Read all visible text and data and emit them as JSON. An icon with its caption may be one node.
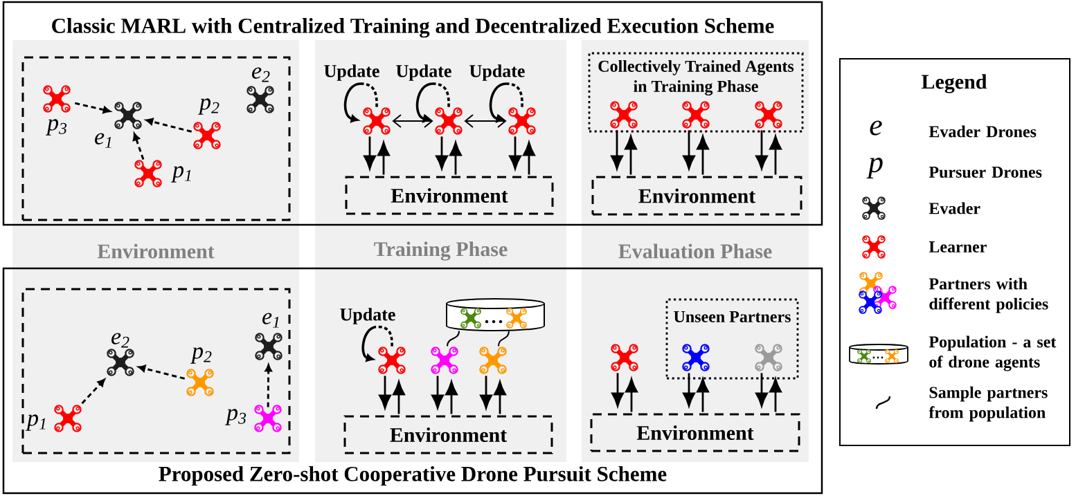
{
  "diagram": {
    "nodes": [
      {
        "text": [
          "Classic MARL with Centralized Training and Decentralized Execution Scheme"
        ]
      },
      {
        "text": [],
        "shape": "box",
        "in": 0
      },
      {
        "text": [],
        "shape": "drone",
        "in": 1,
        "beside": [
          "p$_{3}$"
        ]
      },
      {
        "text": [],
        "shape": "drone",
        "in": 1,
        "beside": [
          "e$_{1}$"
        ]
      },
      {
        "text": [],
        "shape": "drone",
        "in": 1,
        "beside": [
          "e$_{2}$"
        ]
      },
      {
        "text": [],
        "shape": "drone",
        "in": 1,
        "beside": [
          "p$_{2}$"
        ]
      },
      {
        "text": [],
        "shape": "drone",
        "in": 1,
        "beside": [
          "p$_{1}$"
        ]
      },
      {
        "text": [],
        "shape": "drone",
        "in": 0
      },
      {
        "text": [],
        "shape": "drone",
        "in": 0
      },
      {
        "text": [],
        "shape": "drone",
        "in": 0
      },
      {
        "text": [
          "Environment"
        ],
        "in": 0
      },
      {
        "text": [
          "Collectively Trained Agents in Training Phase"
        ],
        "in": 0
      },
      {
        "text": [],
        "shape": "drone",
        "in": 11
      },
      {
        "text": [],
        "shape": "drone",
        "in": 11
      },
      {
        "text": [],
        "shape": "drone",
        "in": 11
      },
      {
        "text": [
          "Environment"
        ],
        "in": 0
      },
      {
        "text": [
          "Proposed Zero-shot Cooperative Drone Pursuit Scheme"
        ]
      },
      {
        "text": [],
        "shape": "box",
        "in": 16
      },
      {
        "text": [],
        "shape": "drone",
        "in": 17,
        "beside": [
          "e$_{1}$"
        ]
      },
      {
        "text": [],
        "shape": "drone",
        "in": 17,
        "beside": [
          "e$_{2}$"
        ]
      },
      {
        "text": [],
        "shape": "drone",
        "in": 17,
        "beside": [
          "p$_{2}$"
        ]
      },
      {
        "text": [],
        "shape": "drone",
        "in": 17,
        "beside": [
          "p$_{1}$"
        ]
      },
      {
        "text": [],
        "shape": "drone",
        "in": 17,
        "beside": [
          "p$_{3}$"
        ]
      },
      {
        "text": [],
        "shape": "cylinder",
        "in": 16
      },
      {
        "text": [],
        "shape": "drone",
        "in": 23
      },
      {
        "text": [],
        "shape": "drone",
        "in": 23
      },
      {
        "text": [],
        "shape": "drone",
        "in": 16
      },
      {
        "text": [],
        "shape": "drone",
        "in": 16
      },
      {
        "text": [],
        "shape": "drone",
        "in": 16
      },
      {
        "text": [
          "Environment"
        ],
        "in": 16
      },
      {
        "text": [
          "Unseen Partners"
        ],
        "in": 16
      },
      {
        "text": [],
        "shape": "drone",
        "in": 16
      },
      {
        "text": [],
        "shape": "drone",
        "in": 30
      },
      {
        "text": [],
        "shape": "drone",
        "in": 30
      },
      {
        "text": [
          "Environment"
        ],
        "in": 16
      }
    ],
    "edges": [
      {
        "from": 2,
        "to": 3,
        "arrow": "to",
        "style": "dashed"
      },
      {
        "from": 5,
        "to": 3,
        "arrow": "to",
        "style": "dashed"
      },
      {
        "from": 6,
        "to": 3,
        "arrow": "to",
        "style": "dashed"
      },
      {
        "from": 7,
        "to": 7,
        "arrow": "to",
        "label": "Update",
        "style": "dashed"
      },
      {
        "from": 8,
        "to": 8,
        "arrow": "to",
        "label": "Update",
        "style": "dashed"
      },
      {
        "from": 9,
        "to": 9,
        "arrow": "to",
        "label": "Update",
        "style": "dashed"
      },
      {
        "from": 7,
        "to": 8,
        "arrow": "both"
      },
      {
        "from": 8,
        "to": 9,
        "arrow": "both"
      },
      {
        "from": 7,
        "to": 10,
        "arrow": "to"
      },
      {
        "from": 10,
        "to": 7,
        "arrow": "to"
      },
      {
        "from": 8,
        "to": 10,
        "arrow": "to"
      },
      {
        "from": 10,
        "to": 8,
        "arrow": "to"
      },
      {
        "from": 9,
        "to": 10,
        "arrow": "to"
      },
      {
        "from": 10,
        "to": 9,
        "arrow": "to"
      },
      {
        "from": 12,
        "to": 15,
        "arrow": "to"
      },
      {
        "from": 15,
        "to": 12,
        "arrow": "to"
      },
      {
        "from": 13,
        "to": 15,
        "arrow": "to"
      },
      {
        "from": 15,
        "to": 13,
        "arrow": "to"
      },
      {
        "from": 14,
        "to": 15,
        "arrow": "to"
      },
      {
        "from": 15,
        "to": 14,
        "arrow": "to"
      },
      {
        "from": 21,
        "to": 19,
        "arrow": "to",
        "style": "dashed"
      },
      {
        "from": 20,
        "to": 19,
        "arrow": "to",
        "style": "dashed"
      },
      {
        "from": 22,
        "to": 18,
        "arrow": "to",
        "style": "dashed"
      },
      {
        "from": 26,
        "to": 26,
        "arrow": "to",
        "label": "Update",
        "style": "dashed"
      },
      {
        "from": 23,
        "to": 27,
        "arrow": "none"
      },
      {
        "from": 23,
        "to": 28,
        "arrow": "none"
      },
      {
        "from": 26,
        "to": 29,
        "arrow": "to"
      },
      {
        "from": 29,
        "to": 26,
        "arrow": "to"
      },
      {
        "from": 27,
        "to": 29,
        "arrow": "to"
      },
      {
        "from": 29,
        "to": 27,
        "arrow": "to"
      },
      {
        "from": 28,
        "to": 29,
        "arrow": "to"
      },
      {
        "from": 29,
        "to": 28,
        "arrow": "to"
      },
      {
        "from": 31,
        "to": 34,
        "arrow": "to"
      },
      {
        "from": 34,
        "to": 31,
        "arrow": "to"
      },
      {
        "from": 32,
        "to": 34,
        "arrow": "to"
      },
      {
        "from": 34,
        "to": 32,
        "arrow": "to"
      },
      {
        "from": 33,
        "to": 34,
        "arrow": "to"
      },
      {
        "from": 34,
        "to": 33,
        "arrow": "to"
      }
    ],
    "labels": [
      "Environment",
      "Training Phase",
      "Evaluation Phase",
      "Legend",
      "e",
      "p"
    ],
    "legend": [
      {
        "text": "Evader Drones"
      },
      {
        "text": "Pursuer Drones"
      },
      {
        "text": "Evader"
      },
      {
        "text": "Learner"
      },
      {
        "text": "Partners with different policies"
      },
      {
        "text": "Population - a set of drone agents"
      },
      {
        "text": "Sample partners from population"
      }
    ]
  }
}
